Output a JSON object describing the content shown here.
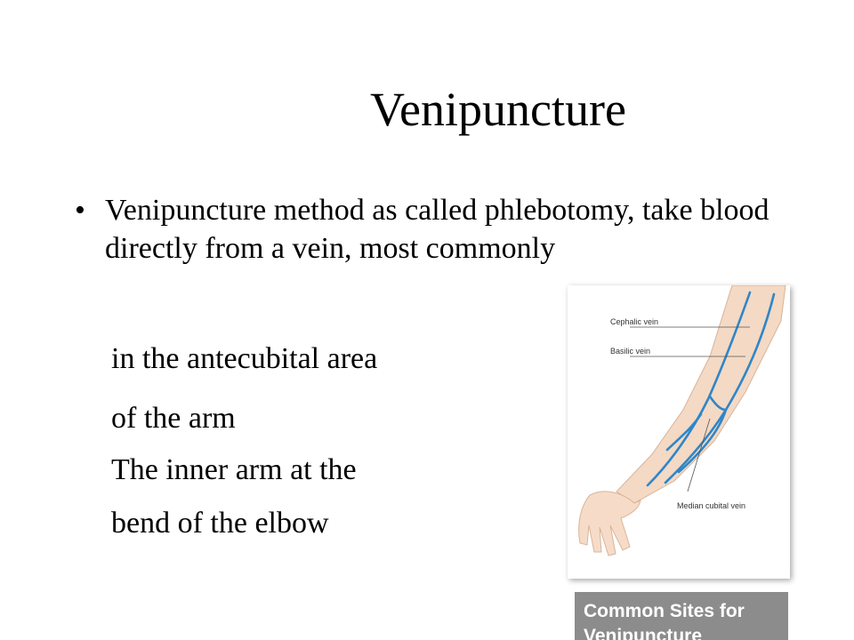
{
  "slide": {
    "title": "Venipuncture",
    "bullet_text": "Venipuncture method as called phlebotomy, take blood directly from a vein, most commonly",
    "lines": [
      "in the antecubital area",
      "of the arm",
      "The inner arm at the",
      "bend of the elbow"
    ]
  },
  "figure": {
    "labels": {
      "cephalic": "Cephalic vein",
      "basilic": "Basilic vein",
      "median": "Median cubital vein"
    },
    "caption": "Common Sites for Venipuncture"
  },
  "colors": {
    "vein": "#2f86c8",
    "skin": "#f4d9c4",
    "caption_bg": "#8c8c8c"
  }
}
